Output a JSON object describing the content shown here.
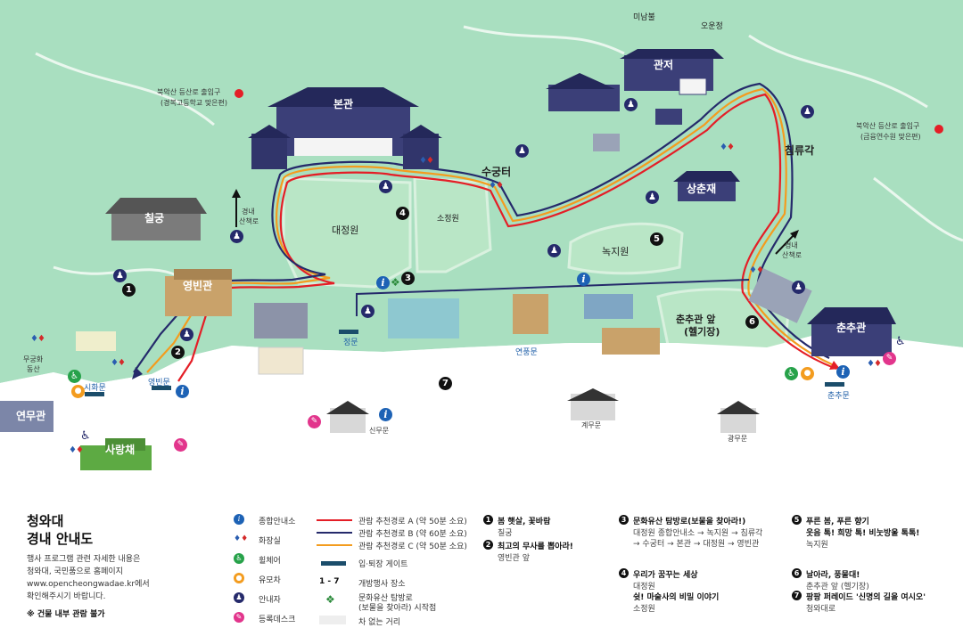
{
  "colors": {
    "background": "#ffffff",
    "green_area": "#a9dfc0",
    "lawn": "#b9e6c6",
    "route_a": "#e41e26",
    "route_b": "#252a6b",
    "route_c": "#f39c1f",
    "gate": "#1b4d6b",
    "info": "#1d62b5"
  },
  "map": {
    "buildings": {
      "bongwan": "본관",
      "gwanjeo": "관저",
      "chilgung": "칠궁",
      "yeongbingwan": "영빈관",
      "sangchunjae": "상춘재",
      "chunchugwan": "춘추관",
      "sarangchae": "사랑채",
      "yeonmugwan": "연무관",
      "chimryugak": "침류각",
      "sugungteo": "수궁터"
    },
    "areas": {
      "daejeongwon": "대정원",
      "sojeongwon": "소정원",
      "nokjiwon": "녹지원",
      "chunchugwan_front_line1": "춘추관 앞",
      "chunchugwan_front_line2": "(헬기장)",
      "mugunghwa_line1": "무궁화",
      "mugunghwa_line2": "동산"
    },
    "top_labels": {
      "minambul": "미남불",
      "oounjeong": "오운정"
    },
    "gates": {
      "sihwamun": "시화문",
      "yeongbinmun": "영빈문",
      "jeongmun": "정문",
      "yeonpungmun": "연풍문",
      "sinmumun": "신무문",
      "gyemumun": "계무문",
      "gwangmumun": "광무문",
      "chunchumun": "춘추문"
    },
    "trail_left": {
      "line1": "경내",
      "line2": "산책로"
    },
    "trail_right": {
      "line1": "경내",
      "line2": "산책로"
    },
    "exit_left": {
      "line1": "북악산 등산로 출입구",
      "line2": "(경복고등학교 맞은편)"
    },
    "exit_right": {
      "line1": "북악산 등산로 출입구",
      "line2": "(금융연수원 맞은편)"
    },
    "numbers": {
      "n1": "1",
      "n2": "2",
      "n3": "3",
      "n4": "4",
      "n5": "5",
      "n6": "6",
      "n7": "7"
    },
    "icons": {
      "info": "info-icon",
      "guide": "guide-person-icon",
      "toilet": "toilet-icon",
      "wheelchair": "wheelchair-icon",
      "stroller": "stroller-icon",
      "registration": "registration-desk-icon",
      "treasure": "treasure-start-icon"
    }
  },
  "legend": {
    "title_line1": "청와대",
    "title_line2": "경내 안내도",
    "desc_line1": "행사 프로그램 관련 자세한 내용은",
    "desc_line2": "청와대, 국민품으로 홈페이지",
    "desc_line3": "www.opencheongwadae.kr에서",
    "desc_line4": "확인해주시기 바랍니다.",
    "note": "※ 건물 내부 관람 불가",
    "items": {
      "info": "종합안내소",
      "toilet": "화장실",
      "wheelchair": "휠체어",
      "stroller": "유모차",
      "guide": "안내자",
      "registration": "등록데스크",
      "route_a": "관람 추천경로 A (약 50분 소요)",
      "route_b": "관람 추천경로 B (약 60분 소요)",
      "route_c": "관람 추천경로 C (약 50분 소요)",
      "exit_gate": "입·퇴장 게이트",
      "venue_range": "개방행사 장소",
      "venue_range_marker": "1 - 7",
      "treasure_line1": "문화유산 탐방로",
      "treasure_line2": "(보물을 찾아라) 시작점",
      "carfree": "차 없는 거리"
    },
    "programs": [
      {
        "num": "1",
        "title": "봄 햇살, 꽃바람",
        "sub": "칠궁"
      },
      {
        "num": "2",
        "title": "최고의 무사를 뽑아라!",
        "sub": "영빈관 앞"
      },
      {
        "num": "3",
        "title": "문화유산 탐방로(보물을 찾아라!)",
        "sub": "대정원 종합안내소 → 녹지원 → 침류각",
        "sub2": "→ 수궁터 → 본관 → 대정원 → 영빈관"
      },
      {
        "num": "4",
        "title": "우리가 꿈꾸는 세상",
        "sub": "대정원",
        "title2": "쉿! 마술사의 비밀 이야기",
        "sub2": "소정원"
      },
      {
        "num": "5",
        "title": "푸른 봄, 푸른 향기",
        "title2": "웃음 톡! 희망 톡! 비눗방울 톡톡!",
        "sub": "녹지원"
      },
      {
        "num": "6",
        "title": "날아라, 풍물대!",
        "sub": "춘추관 앞 (헬기장)"
      },
      {
        "num": "7",
        "title": "팡팡 퍼레이드 '신명의 길을 여시오'",
        "sub": "청와대로"
      }
    ]
  }
}
